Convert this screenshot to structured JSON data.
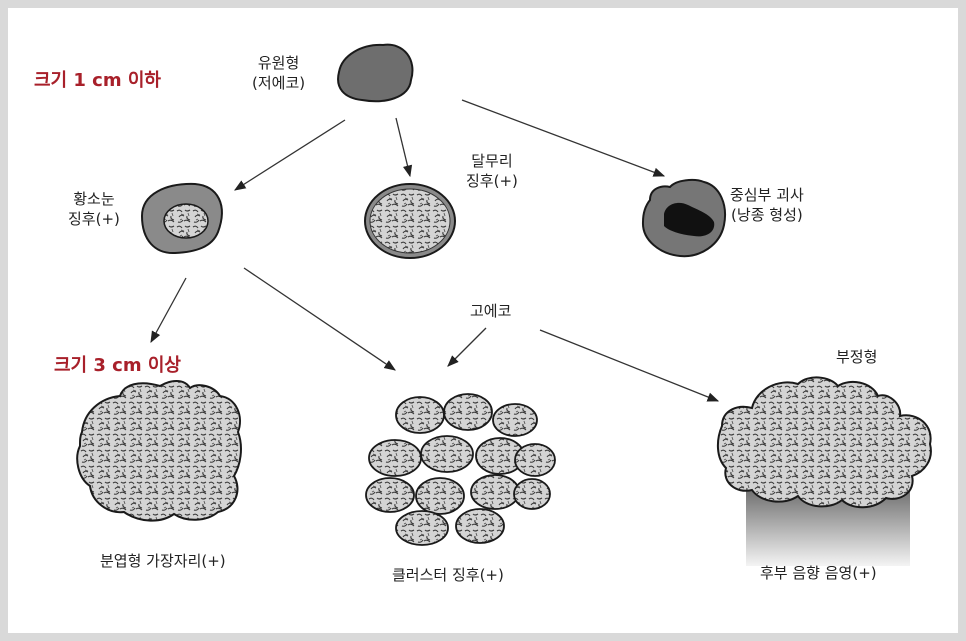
{
  "size_labels": {
    "small": "크기 1 cm 이하",
    "large": "크기 3 cm 이상"
  },
  "labels": {
    "round": "유원형\n(저에코)",
    "halo": "황소눈\n징후(+)",
    "rim": "달무리\n징후(+)",
    "necrosis": "중심부 괴사\n(낭종 형성)",
    "hyper": "고에코",
    "irregular": "부정형",
    "lobulated": "분엽형 가장자리(+)",
    "cluster": "클러스터 징후(+)",
    "shadow": "후부 음향 음영(+)"
  },
  "colors": {
    "accent": "#a8202a",
    "lesion_dark": "#6e6e6e",
    "lesion_gray": "#8a8a8a",
    "necrosis_core": "#111111",
    "outline": "#1a1a1a"
  }
}
